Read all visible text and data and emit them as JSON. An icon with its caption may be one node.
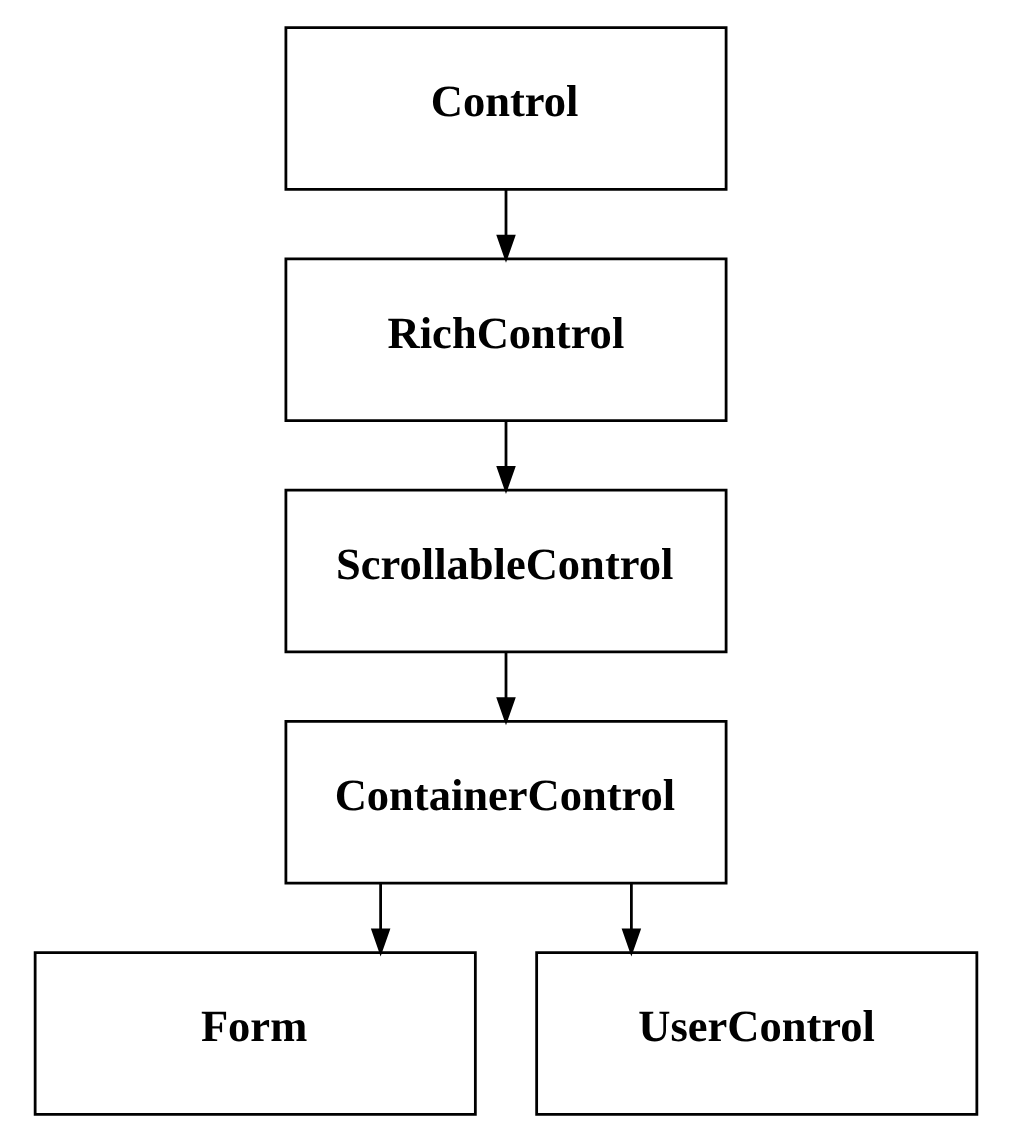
{
  "diagram": {
    "nodes": [
      {
        "text": [
          "Control"
        ]
      },
      {
        "text": [
          "RichControl"
        ]
      },
      {
        "text": [
          "ScrollableControl"
        ]
      },
      {
        "text": [
          "ContainerControl"
        ]
      },
      {
        "text": [
          "Form"
        ]
      },
      {
        "text": [
          "UserControl"
        ]
      }
    ],
    "edges": [
      {
        "from": 0,
        "to": 1,
        "arrow": "to"
      },
      {
        "from": 1,
        "to": 2,
        "arrow": "to"
      },
      {
        "from": 2,
        "to": 3,
        "arrow": "to"
      },
      {
        "from": 3,
        "to": 4,
        "arrow": "to"
      },
      {
        "from": 3,
        "to": 5,
        "arrow": "to"
      }
    ]
  }
}
